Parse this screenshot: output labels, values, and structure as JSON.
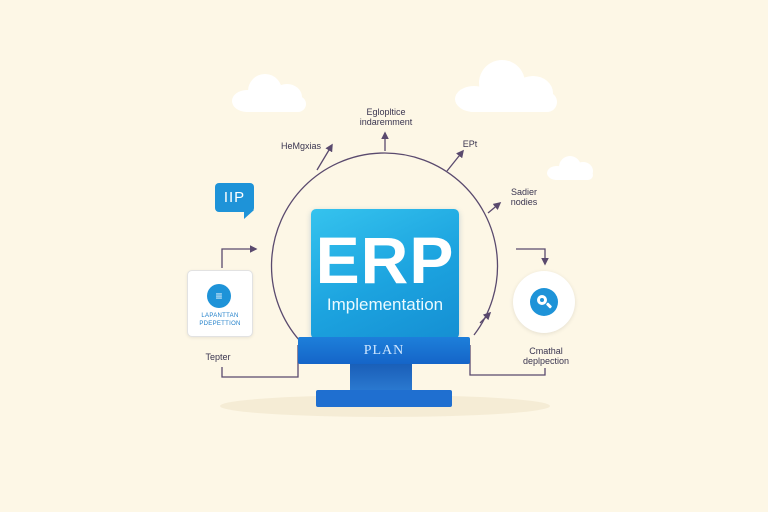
{
  "colors": {
    "background": "#fdf7e6",
    "primary_blue": "#1e93d8",
    "screen_light": "#35c3ee",
    "plan_bar": "#1565c8",
    "connector": "#5a4a6e"
  },
  "center": {
    "title": "ERP",
    "subtitle": "Implementation",
    "plan_label": "PLAN"
  },
  "labels": {
    "top": [
      "Eglopltice",
      "indaremment"
    ],
    "upper_left": "HeMgxias",
    "upper_right": "EPt",
    "right": [
      "Sadier",
      "nodies"
    ],
    "bottom_right": [
      "Cmathal",
      "deplpection"
    ],
    "bottom_left": "Tepter"
  },
  "left_badge": {
    "text": "IIP"
  },
  "left_card": {
    "line1": "LAPANTTAN",
    "line2": "PDEPETTION",
    "icon": "document-icon"
  },
  "right_disc": {
    "icon": "search-icon"
  },
  "icons": [
    "cloud-icon",
    "speech-bubble-icon",
    "document-icon",
    "search-icon"
  ]
}
